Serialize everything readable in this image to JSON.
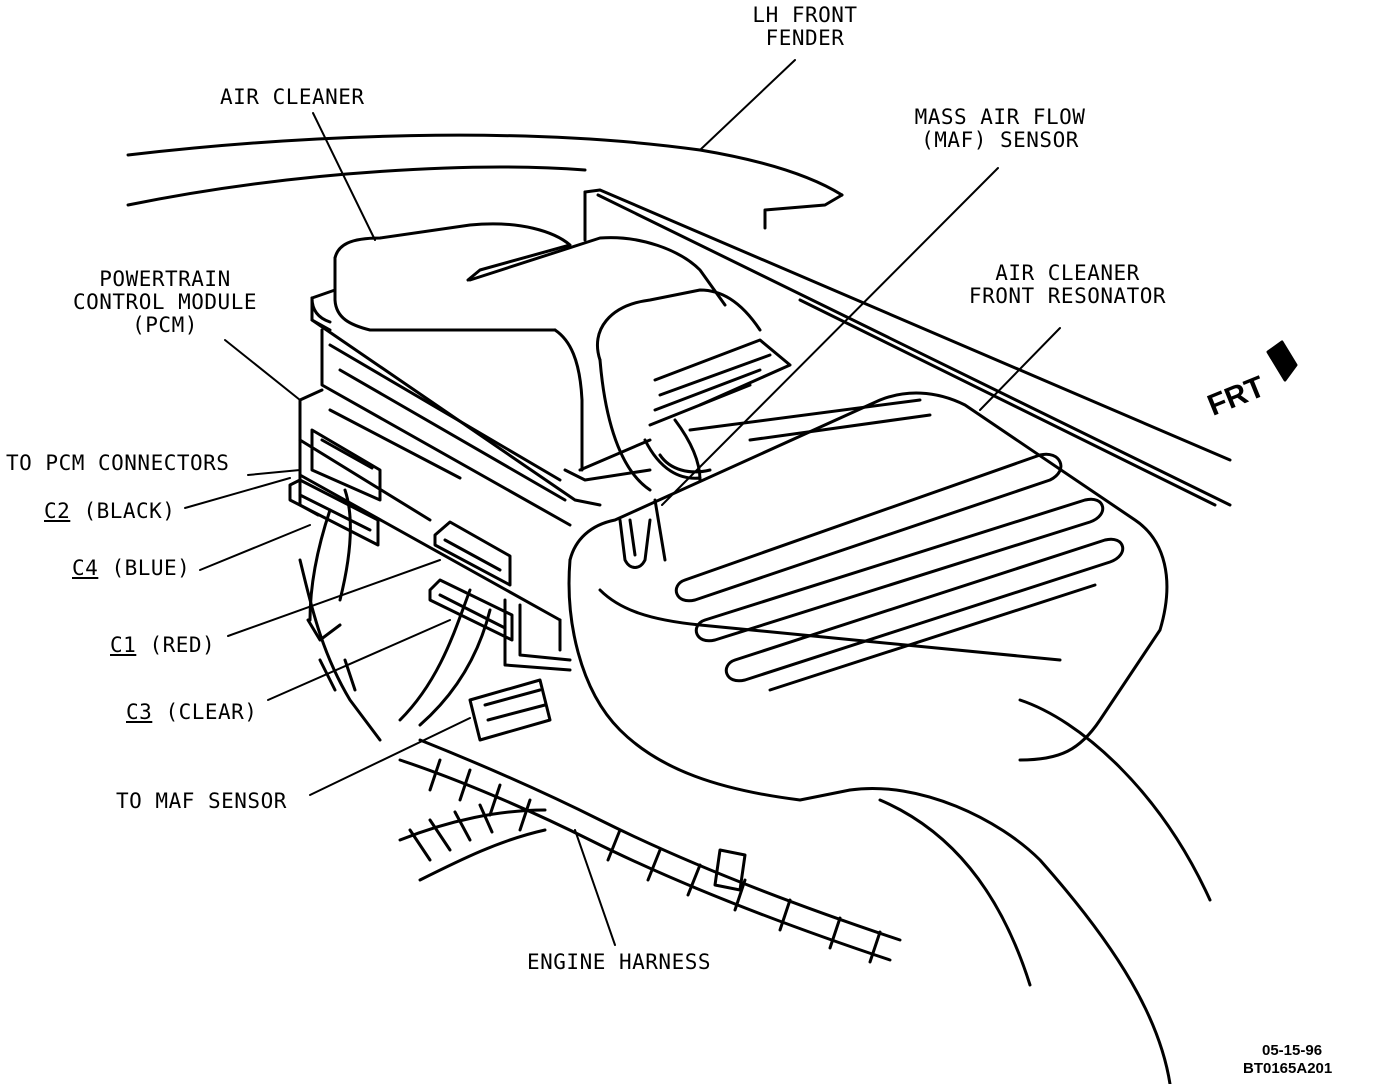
{
  "labels": {
    "lh_front_fender": [
      "LH FRONT",
      "FENDER"
    ],
    "air_cleaner": "AIR CLEANER",
    "maf_sensor": [
      "MASS AIR FLOW",
      "(MAF) SENSOR"
    ],
    "pcm": [
      "POWERTRAIN",
      "CONTROL MODULE",
      "(PCM)"
    ],
    "resonator": [
      "AIR CLEANER",
      "FRONT RESONATOR"
    ],
    "frt": "FRT",
    "to_pcm_connectors": "TO PCM CONNECTORS",
    "c2": {
      "code": "C2",
      "desc": "(BLACK)"
    },
    "c4": {
      "code": "C4",
      "desc": "(BLUE)"
    },
    "c1": {
      "code": "C1",
      "desc": "(RED)"
    },
    "c3": {
      "code": "C3",
      "desc": "(CLEAR)"
    },
    "to_maf_sensor": "TO MAF SENSOR",
    "engine_harness": "ENGINE HARNESS"
  },
  "footer": {
    "date": "05-15-96",
    "code": "BT0165A201"
  }
}
